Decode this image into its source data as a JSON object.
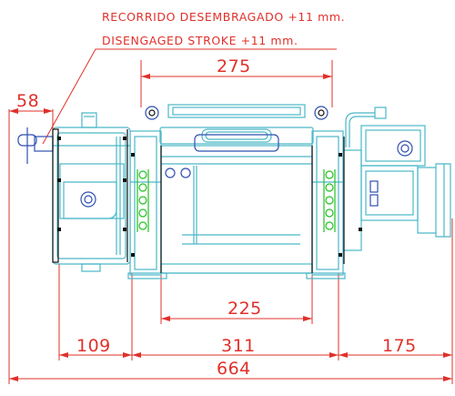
{
  "notes": {
    "line_es": "RECORRIDO DESEMBRAGADO +11 mm.",
    "line_en": "DISENGAGED STROKE +11 mm."
  },
  "dimensions": {
    "disengaged_offset": "58",
    "top_width": "275",
    "drum_width": "225",
    "left_segment": "109",
    "middle_segment": "311",
    "right_segment": "175",
    "overall_length": "664"
  },
  "colors": {
    "outline": "#4ab8c8",
    "dimension": "#e0302a",
    "detail": "#2f4fb0",
    "marker": "#22c022",
    "hatch": "#111111"
  }
}
